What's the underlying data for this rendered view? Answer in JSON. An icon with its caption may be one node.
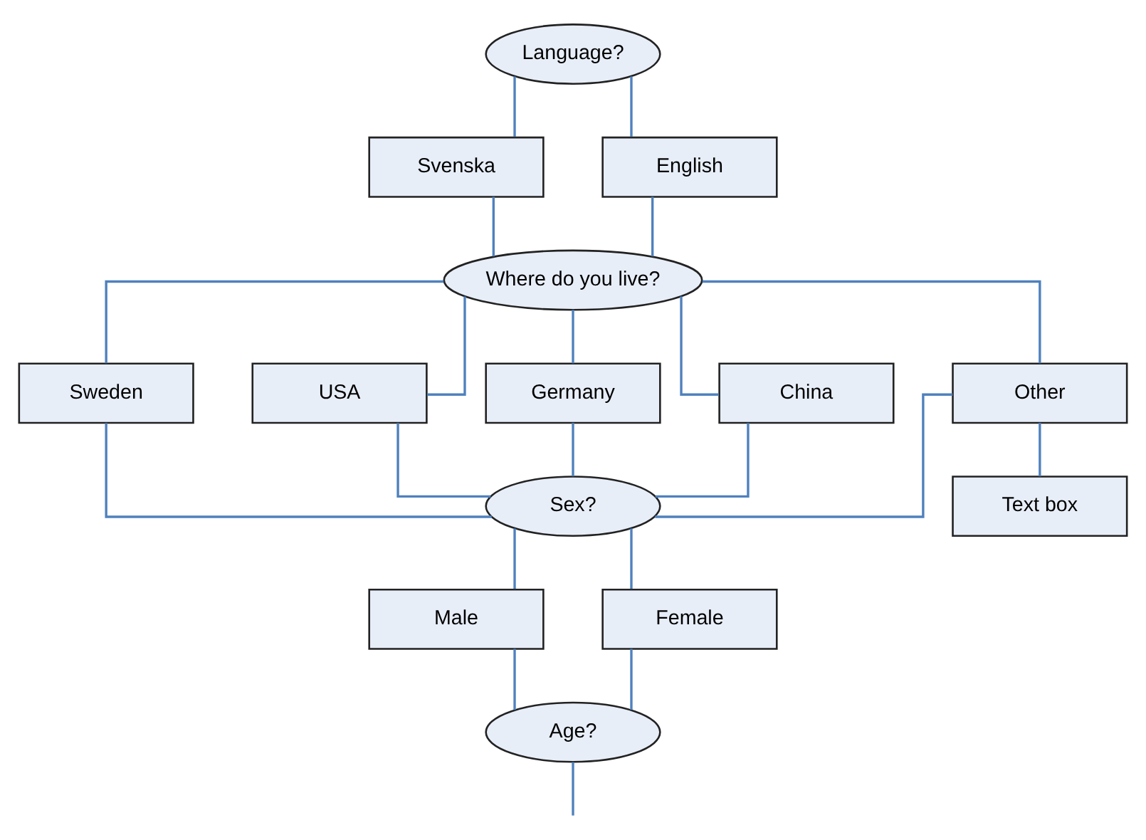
{
  "diagram": {
    "nodes": [
      {
        "text": [
          "Language?"
        ]
      },
      {
        "text": [
          "Svenska"
        ]
      },
      {
        "text": [
          "English"
        ]
      },
      {
        "text": [
          "Where do you live?"
        ]
      },
      {
        "text": [
          "Sweden"
        ]
      },
      {
        "text": [
          "USA"
        ]
      },
      {
        "text": [
          "Germany"
        ]
      },
      {
        "text": [
          "China"
        ]
      },
      {
        "text": [
          "Other"
        ]
      },
      {
        "text": [
          "Sex?"
        ]
      },
      {
        "text": [
          "Text box"
        ]
      },
      {
        "text": [
          "Male"
        ]
      },
      {
        "text": [
          "Female"
        ]
      },
      {
        "text": [
          "Age?"
        ]
      }
    ],
    "edges": [
      {
        "from": 0,
        "to": 1,
        "arrow": "none"
      },
      {
        "from": 0,
        "to": 2,
        "arrow": "none"
      },
      {
        "from": 1,
        "to": 3,
        "arrow": "none"
      },
      {
        "from": 2,
        "to": 3,
        "arrow": "none"
      },
      {
        "from": 3,
        "to": 4,
        "arrow": "none"
      },
      {
        "from": 3,
        "to": 5,
        "arrow": "none"
      },
      {
        "from": 3,
        "to": 6,
        "arrow": "none"
      },
      {
        "from": 3,
        "to": 7,
        "arrow": "none"
      },
      {
        "from": 3,
        "to": 8,
        "arrow": "none"
      },
      {
        "from": 4,
        "to": 9,
        "arrow": "none"
      },
      {
        "from": 5,
        "to": 9,
        "arrow": "none"
      },
      {
        "from": 6,
        "to": 9,
        "arrow": "none"
      },
      {
        "from": 7,
        "to": 9,
        "arrow": "none"
      },
      {
        "from": 8,
        "to": 9,
        "arrow": "none"
      },
      {
        "from": 8,
        "to": 10,
        "arrow": "none"
      },
      {
        "from": 9,
        "to": 11,
        "arrow": "none"
      },
      {
        "from": 9,
        "to": 12,
        "arrow": "none"
      },
      {
        "from": 11,
        "to": 13,
        "arrow": "none"
      },
      {
        "from": 12,
        "to": 13,
        "arrow": "none"
      },
      {
        "from": 13,
        "to": null,
        "arrow": "none"
      }
    ]
  }
}
